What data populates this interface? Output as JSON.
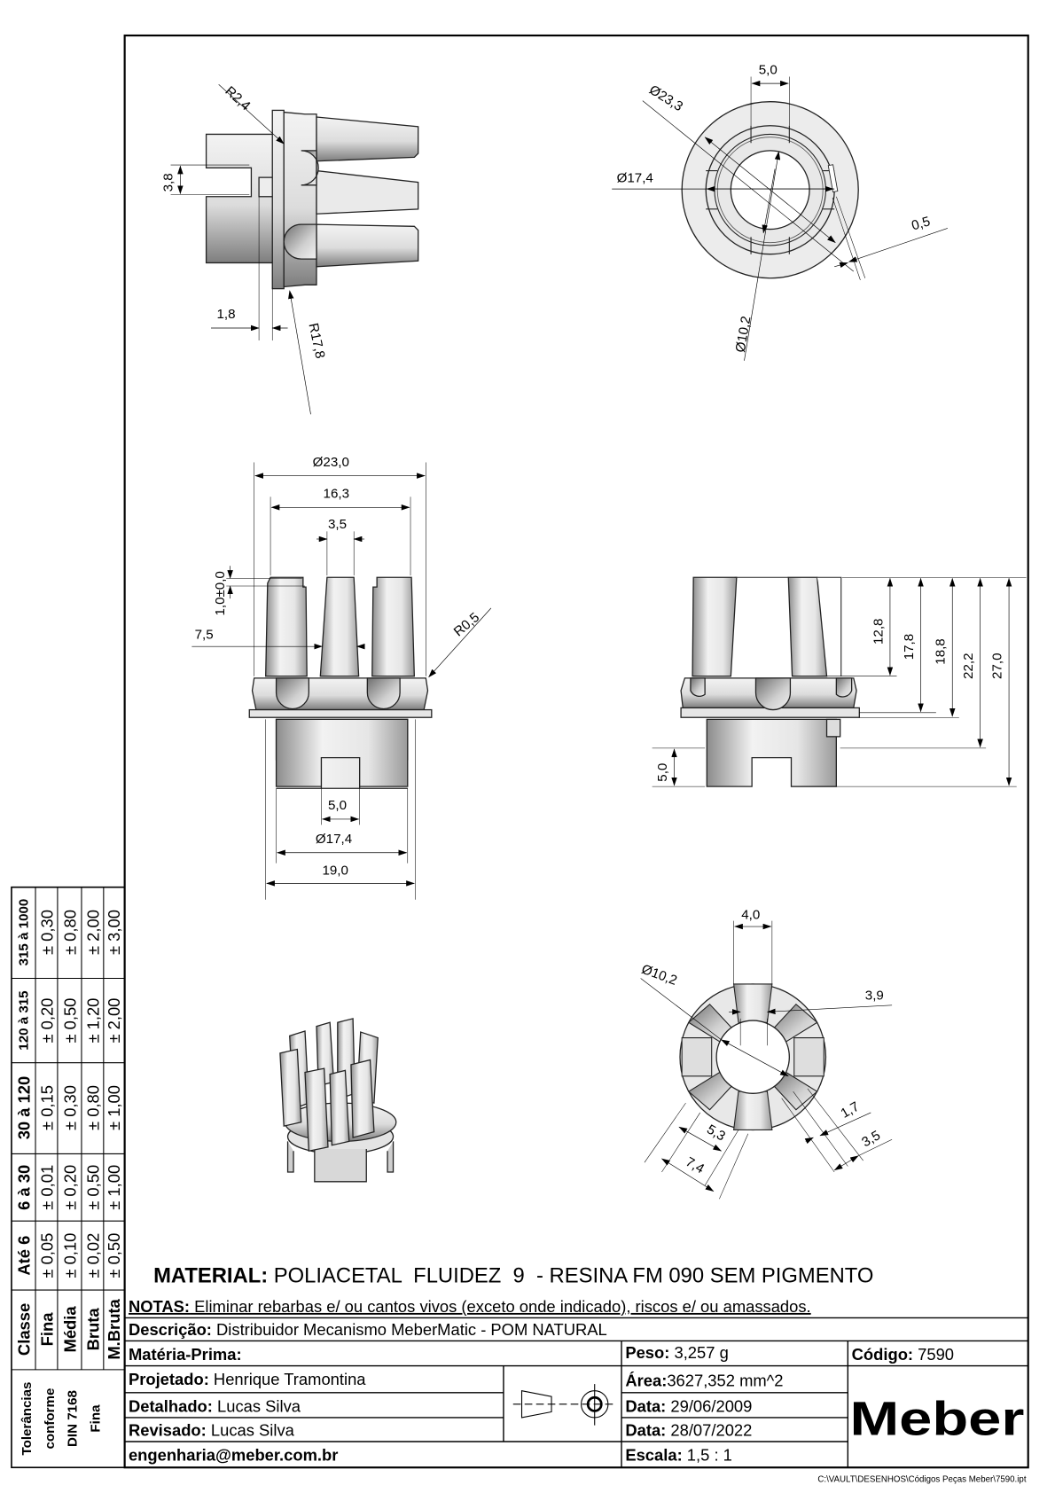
{
  "tolerance_table": {
    "title_lines": [
      "Tolerâncias",
      "conforme",
      "DIN 7168",
      "Fina"
    ],
    "class_header": "Classe",
    "ranges": [
      "Até 6",
      "6 à 30",
      "30 à 120",
      "120 à 315",
      "315 à 1000"
    ],
    "rows": [
      {
        "class": "Fina",
        "values": [
          "± 0,05",
          "± 0,01",
          "± 0,15",
          "± 0,20",
          "± 0,30"
        ]
      },
      {
        "class": "Média",
        "values": [
          "± 0,10",
          "± 0,20",
          "± 0,30",
          "± 0,50",
          "± 0,80"
        ]
      },
      {
        "class": "Bruta",
        "values": [
          "± 0,02",
          "± 0,50",
          "± 0,80",
          "± 1,20",
          "± 2,00"
        ]
      },
      {
        "class": "M.Bruta",
        "values": [
          "± 0,50",
          "± 1,00",
          "± 1,00",
          "± 2,00",
          "± 3,00"
        ]
      }
    ]
  },
  "dimensions": {
    "side": {
      "r24": "R2,4",
      "d38": "3,8",
      "d18": "1,8",
      "r178": "R17,8"
    },
    "top": {
      "w50": "5,0",
      "d233": "Ø23,3",
      "d174": "Ø17,4",
      "d05": "0,5",
      "d102": "Ø10,2"
    },
    "front": {
      "d230": "Ø23,0",
      "d163": "16,3",
      "d35": "3,5",
      "d10": "1,0±0,0",
      "d75": "7,5",
      "r05": "R0,5",
      "d50": "5,0",
      "d174": "Ø17,4",
      "d190": "19,0"
    },
    "right": {
      "d128": "12,8",
      "d178": "17,8",
      "d188": "18,8",
      "d222": "22,2",
      "d270": "27,0",
      "d50": "5,0"
    },
    "bottom": {
      "d40": "4,0",
      "d102": "Ø10,2",
      "d39": "3,9",
      "d17": "1,7",
      "d35": "3,5",
      "d53": "5,3",
      "d74": "7,4"
    }
  },
  "title_block": {
    "material_label": "MATERIAL:",
    "material_value": " POLIACETAL  FLUIDEZ  9  - RESINA FM 090 SEM PIGMENTO",
    "notes_label": "NOTAS:",
    "notes_value": " Eliminar rebarbas e/ ou cantos vivos (exceto onde indicado), riscos e/ ou amassados.",
    "description_label": "Descrição:",
    "description_value": " Distribuidor Mecanismo MeberMatic - POM NATURAL",
    "raw_material_label": "Matéria-Prima:",
    "weight_label": "Peso:",
    "weight_value": " 3,257 g",
    "code_label": "Código:",
    "code_value": " 7590",
    "designed_label": "Projetado:",
    "designed_value": " Henrique Tramontina",
    "area_label": "Área:",
    "area_value": "3627,352 mm^2",
    "detailed_label": "Detalhado:",
    "detailed_value": " Lucas Silva",
    "date1_label": "Data:",
    "date1_value": " 29/06/2009",
    "revised_label": "Revisado:",
    "revised_value": " Lucas Silva",
    "date2_label": "Data:",
    "date2_value": " 28/07/2022",
    "email": "engenharia@meber.com.br",
    "scale_label": "Escala:",
    "scale_value": " 1,5 : 1",
    "logo": "Meber"
  },
  "file_path": "C:\\VAULT\\DESENHOS\\Códigos Peças Meber\\7590.ipt"
}
